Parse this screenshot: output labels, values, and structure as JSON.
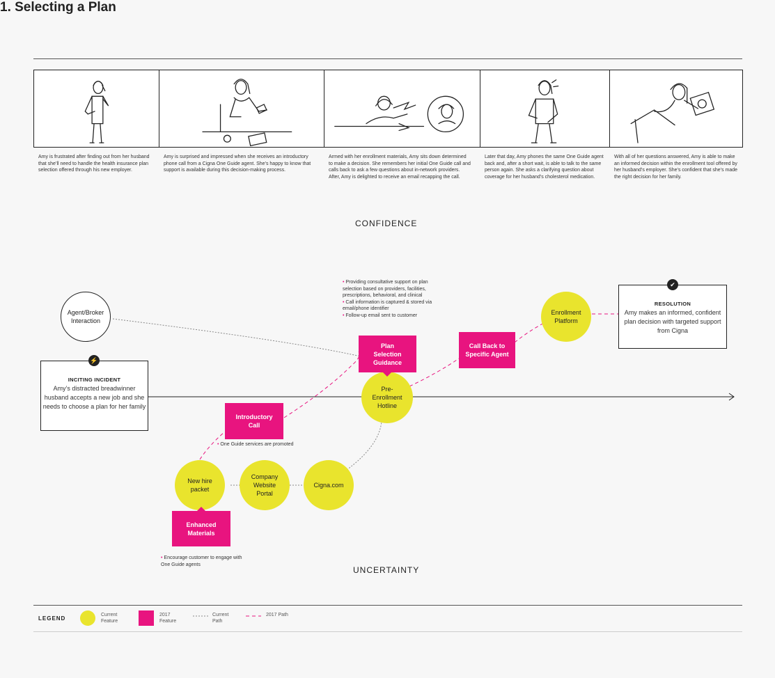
{
  "title": "1. Selecting a Plan",
  "captions": [
    "Amy is frustrated after finding out from her husband that she’ll need to handle the health insurance plan selection offered through his new employer.",
    "Amy is surprised and impressed when she receives an introductory phone call from a Cigna One Guide agent. She’s happy to know that support is available during this decision-making process.",
    "Armed with her enrollment materials, Amy sits down determined to make a decision. She remembers her initial One Guide call and calls back to ask a few questions about in-network providers. After, Amy is delighted to receive an email recapping the call.",
    "Later that day, Amy phones the same One Guide agent back and, after a short wait, is able to talk to the same person again. She asks a clarifying question about coverage for her husband’s cholesterol medication.",
    "With all of her questions answered, Amy is able to make an informed decision within the enrollment tool offered by her husband’s employer. She’s confident that she’s made the right decision for her family."
  ],
  "axis": {
    "top": "CONFIDENCE",
    "bottom": "UNCERTAINTY"
  },
  "inciting": {
    "title": "INCITING INCIDENT",
    "text": "Amy’s distracted breadwinner husband accepts a new job and she needs to choose a plan for her family"
  },
  "resolution": {
    "title": "RESOLUTION",
    "text": "Amy makes an informed, confident plan decision with targeted support from Cigna"
  },
  "nodes": {
    "agent_broker": "Agent/Broker Interaction",
    "new_hire": "New hire packet",
    "company_portal": "Company Website Portal",
    "cigna_com": "Cigna.com",
    "pre_enrollment": "Pre-Enrollment Hotline",
    "enrollment_platform": "Enrollment Platform"
  },
  "features": {
    "enhanced": "Enhanced Materials",
    "introductory": "Introductory Call",
    "plan_selection": "Plan Selection Guidance",
    "call_back": "Call Back to Specific Agent"
  },
  "notes": {
    "plan_selection": [
      "Providing consultative support on plan selection based on providers, facilities, prescriptions, behavioral, and clinical",
      "Call information is captured & stored via email/phone identifier",
      "Follow-up email sent to customer"
    ],
    "introductory": "One Guide services are promoted",
    "enhanced": "Encourage customer to engage with One Guide agents"
  },
  "legend": {
    "label": "LEGEND",
    "current_feature": "Current Feature",
    "feature_2017": "2017 Feature",
    "current_path": "Current Path",
    "path_2017": "2017 Path"
  },
  "colors": {
    "current": "#e9e42d",
    "feature2017": "#e8147f",
    "line": "#222222"
  }
}
